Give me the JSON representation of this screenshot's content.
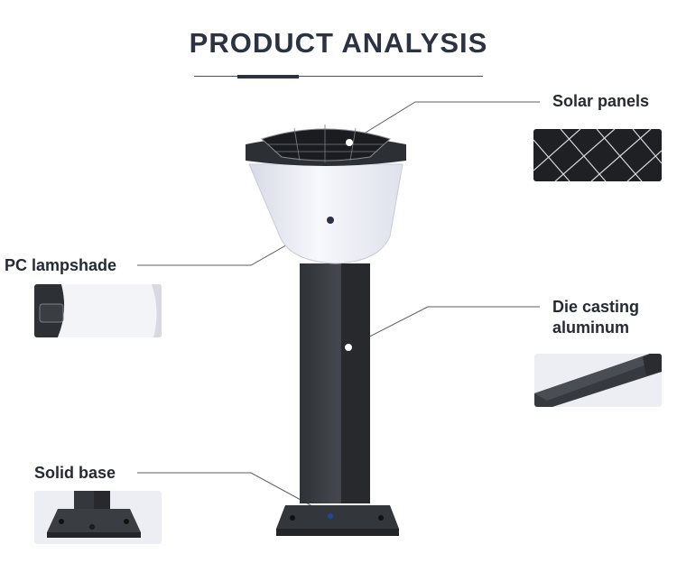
{
  "title": "PRODUCT ANALYSIS",
  "labels": {
    "solar": "Solar panels",
    "lampshade": "PC lampshade",
    "die_casting_line1": "Die casting",
    "die_casting_line2": "aluminum",
    "base": "Solid base"
  },
  "colors": {
    "heading": "#2b3245",
    "lamp_body": "#3a3d42",
    "lampshade": "#eef0f8",
    "panel": "#1c1e22"
  }
}
